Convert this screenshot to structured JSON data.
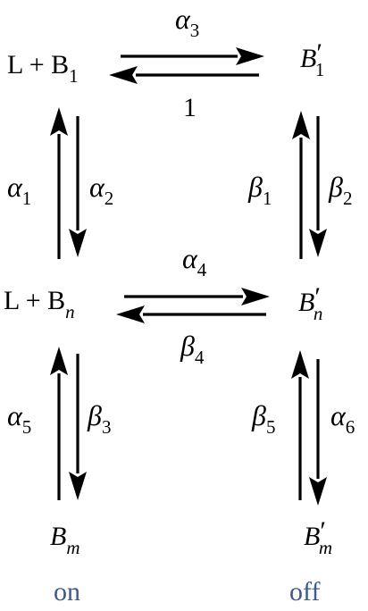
{
  "species": {
    "L_Bone": {
      "prefix": "L + B",
      "sub": "1",
      "prime": ""
    },
    "B_one_prime": {
      "base": "B",
      "prime": "′",
      "sub": "1"
    },
    "L_Bn": {
      "prefix": "L + B",
      "sub": "n",
      "prime": ""
    },
    "B_n_prime": {
      "base": "B",
      "prime": "′",
      "sub": "n"
    },
    "B_m": {
      "base": "B",
      "prime": "",
      "sub": "m"
    },
    "B_m_prime": {
      "base": "B",
      "prime": "′",
      "sub": "m"
    }
  },
  "rates": {
    "top_forward": {
      "greek": "α",
      "sub": "3"
    },
    "top_reverse": {
      "text": "1"
    },
    "left_up": {
      "greek": "α",
      "sub": "1"
    },
    "left_down": {
      "greek": "α",
      "sub": "2"
    },
    "right_up": {
      "greek": "β",
      "sub": "1"
    },
    "right_down": {
      "greek": "β",
      "sub": "2"
    },
    "mid_forward": {
      "greek": "α",
      "sub": "4"
    },
    "mid_reverse": {
      "greek": "β",
      "sub": "4"
    },
    "bot_left_up": {
      "greek": "α",
      "sub": "5"
    },
    "bot_left_down": {
      "greek": "β",
      "sub": "3"
    },
    "bot_right_up": {
      "greek": "β",
      "sub": "5"
    },
    "bot_right_down": {
      "greek": "α",
      "sub": "6"
    }
  },
  "footer": {
    "left": "on",
    "right": "off"
  },
  "colors": {
    "footer": "#3a5a9a"
  }
}
